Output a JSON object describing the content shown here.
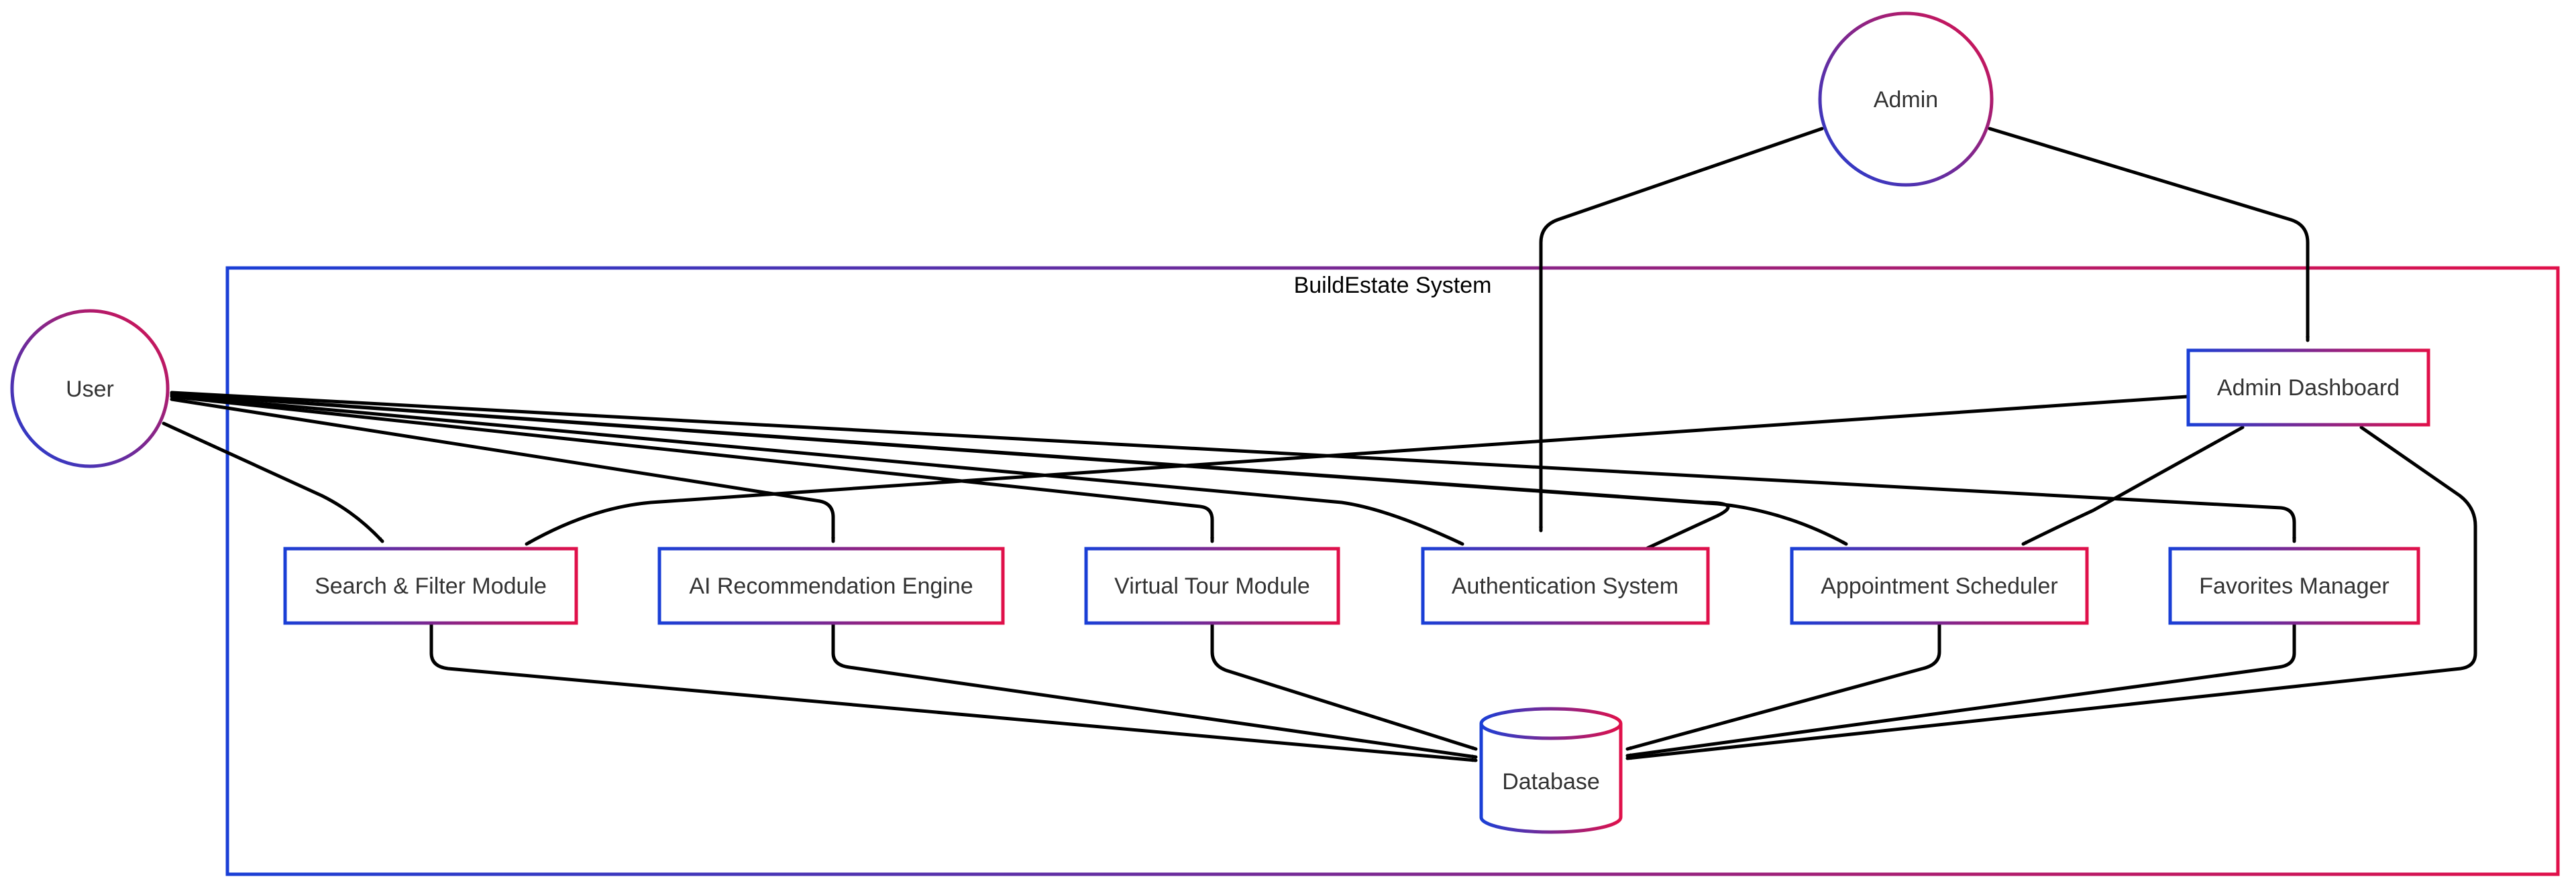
{
  "system": {
    "title": "BuildEstate System"
  },
  "actors": {
    "user": "User",
    "admin": "Admin"
  },
  "modules": {
    "search": "Search & Filter Module",
    "ai": "AI Recommendation Engine",
    "tour": "Virtual Tour Module",
    "auth": "Authentication System",
    "appointment": "Appointment Scheduler",
    "favorites": "Favorites Manager",
    "dashboard": "Admin Dashboard"
  },
  "database": {
    "label": "Database"
  },
  "colors": {
    "gradient_start": "#1a3fd6",
    "gradient_end": "#e0104a",
    "edge": "#000000"
  }
}
